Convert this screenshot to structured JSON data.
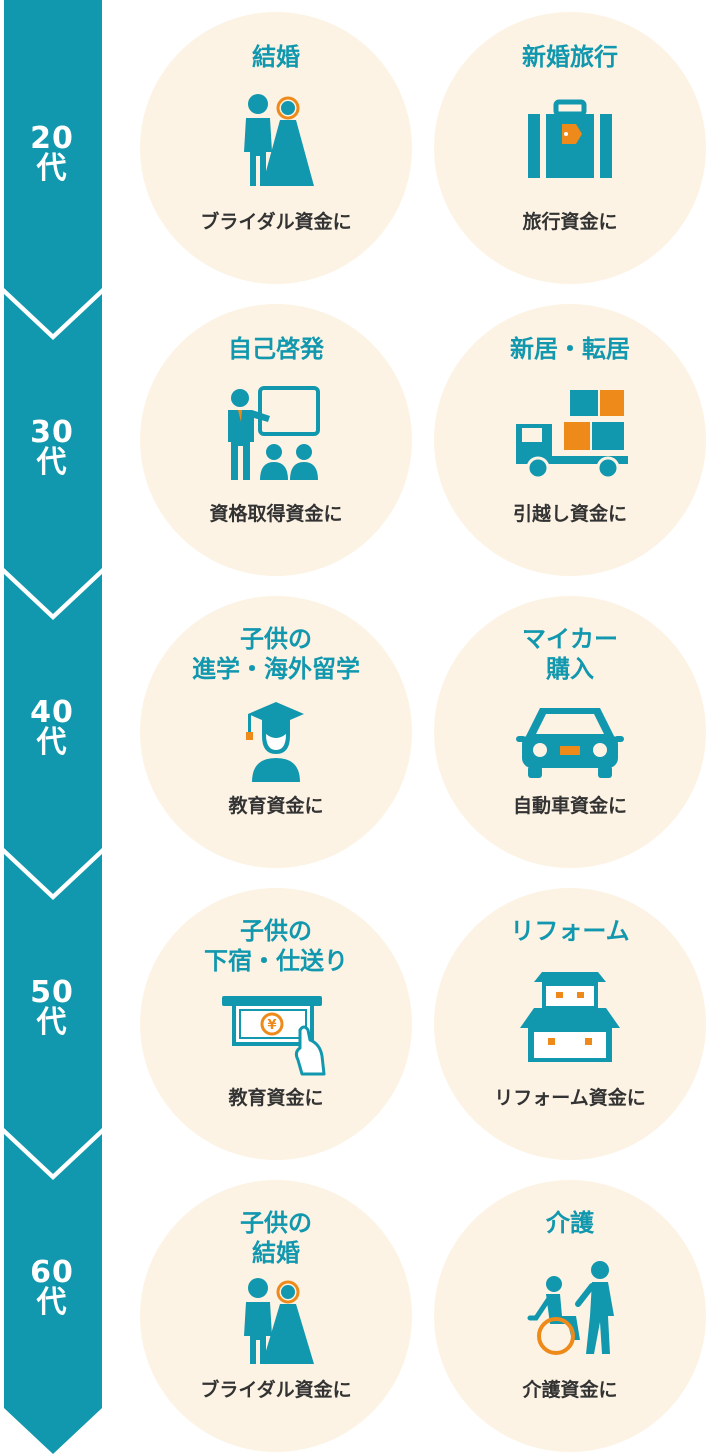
{
  "colors": {
    "teal": "#1197ae",
    "orange": "#ee8a1a",
    "bubble": "#fcf3e4",
    "caption": "#333333"
  },
  "stages": [
    {
      "age": "20\n代",
      "items": [
        {
          "title": "結婚",
          "caption": "ブライダル資金に",
          "icon": "bride-groom-icon"
        },
        {
          "title": "新婚旅行",
          "caption": "旅行資金に",
          "icon": "suitcase-icon"
        }
      ]
    },
    {
      "age": "30\n代",
      "items": [
        {
          "title": "自己啓発",
          "caption": "資格取得資金に",
          "icon": "seminar-icon"
        },
        {
          "title": "新居・転居",
          "caption": "引越し資金に",
          "icon": "moving-truck-icon"
        }
      ]
    },
    {
      "age": "40\n代",
      "items": [
        {
          "title": "子供の\n進学・海外留学",
          "caption": "教育資金に",
          "icon": "graduate-icon"
        },
        {
          "title": "マイカー\n購入",
          "caption": "自動車資金に",
          "icon": "car-icon"
        }
      ]
    },
    {
      "age": "50\n代",
      "items": [
        {
          "title": "子供の\n下宿・仕送り",
          "caption": "教育資金に",
          "icon": "atm-money-icon"
        },
        {
          "title": "リフォーム",
          "caption": "リフォーム資金に",
          "icon": "house-icon"
        }
      ]
    },
    {
      "age": "60\n代",
      "items": [
        {
          "title": "子供の\n結婚",
          "caption": "ブライダル資金に",
          "icon": "bride-groom-icon"
        },
        {
          "title": "介護",
          "caption": "介護資金に",
          "icon": "wheelchair-care-icon"
        }
      ]
    }
  ]
}
